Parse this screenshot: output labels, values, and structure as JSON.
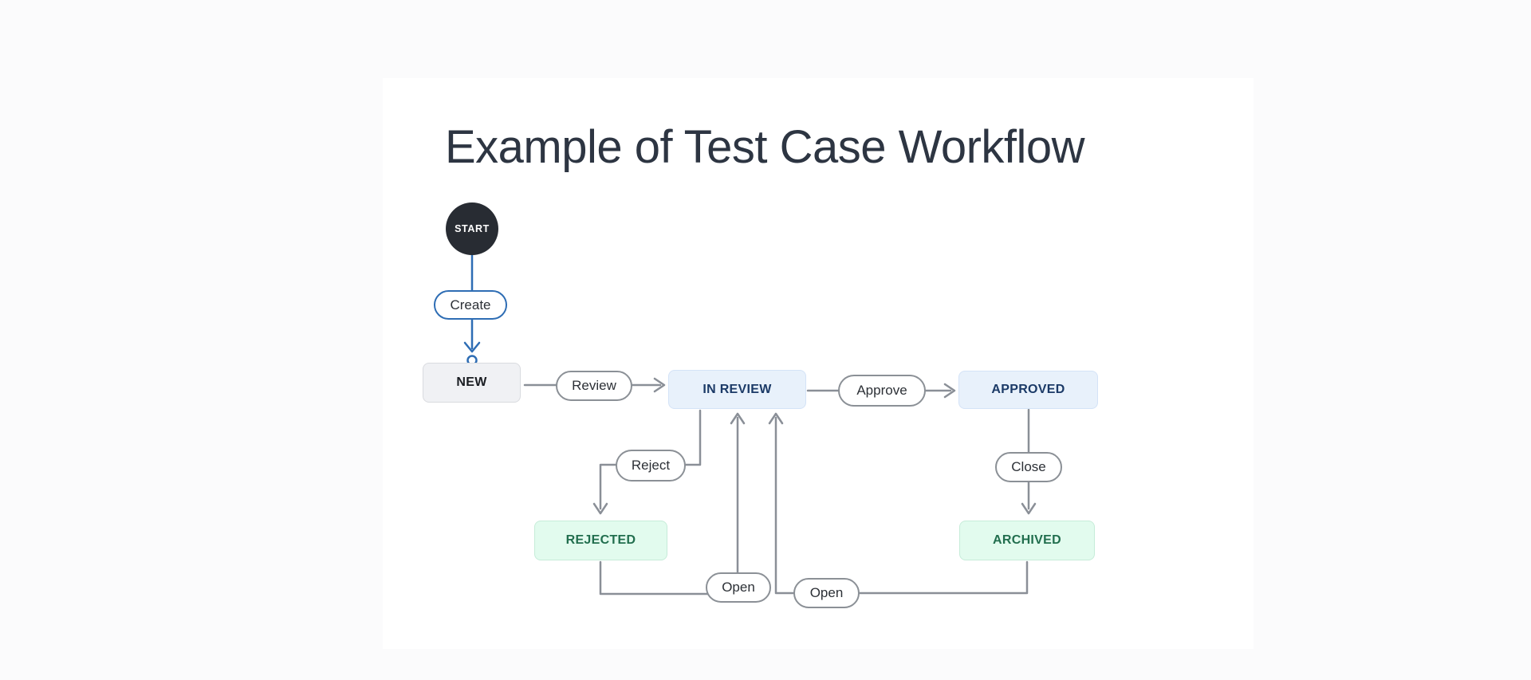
{
  "title": "Example of Test Case Workflow",
  "colors": {
    "page_background": "#fbfbfc",
    "panel_background": "#ffffff",
    "accent_blue": "#2e6db4",
    "connector_gray": "#8a8f97",
    "start_node_bg": "#282c33",
    "state_blue_bg": "#e8f1fb",
    "state_blue_text": "#1b3a67",
    "state_green_bg": "#e2fbee",
    "state_green_text": "#216e4e",
    "state_gray_bg": "#f0f1f4"
  },
  "diagram": {
    "start_label": "START",
    "states": {
      "new": {
        "label": "NEW"
      },
      "in_review": {
        "label": "IN REVIEW"
      },
      "approved": {
        "label": "APPROVED"
      },
      "rejected": {
        "label": "REJECTED"
      },
      "archived": {
        "label": "ARCHIVED"
      }
    },
    "transitions": {
      "create": {
        "label": "Create",
        "from": "START",
        "to": "NEW"
      },
      "review": {
        "label": "Review",
        "from": "NEW",
        "to": "IN REVIEW"
      },
      "approve": {
        "label": "Approve",
        "from": "IN REVIEW",
        "to": "APPROVED"
      },
      "reject": {
        "label": "Reject",
        "from": "IN REVIEW",
        "to": "REJECTED"
      },
      "close": {
        "label": "Close",
        "from": "APPROVED",
        "to": "ARCHIVED"
      },
      "open_from_rejected": {
        "label": "Open",
        "from": "REJECTED",
        "to": "IN REVIEW"
      },
      "open_from_archived": {
        "label": "Open",
        "from": "ARCHIVED",
        "to": "IN REVIEW"
      }
    }
  }
}
